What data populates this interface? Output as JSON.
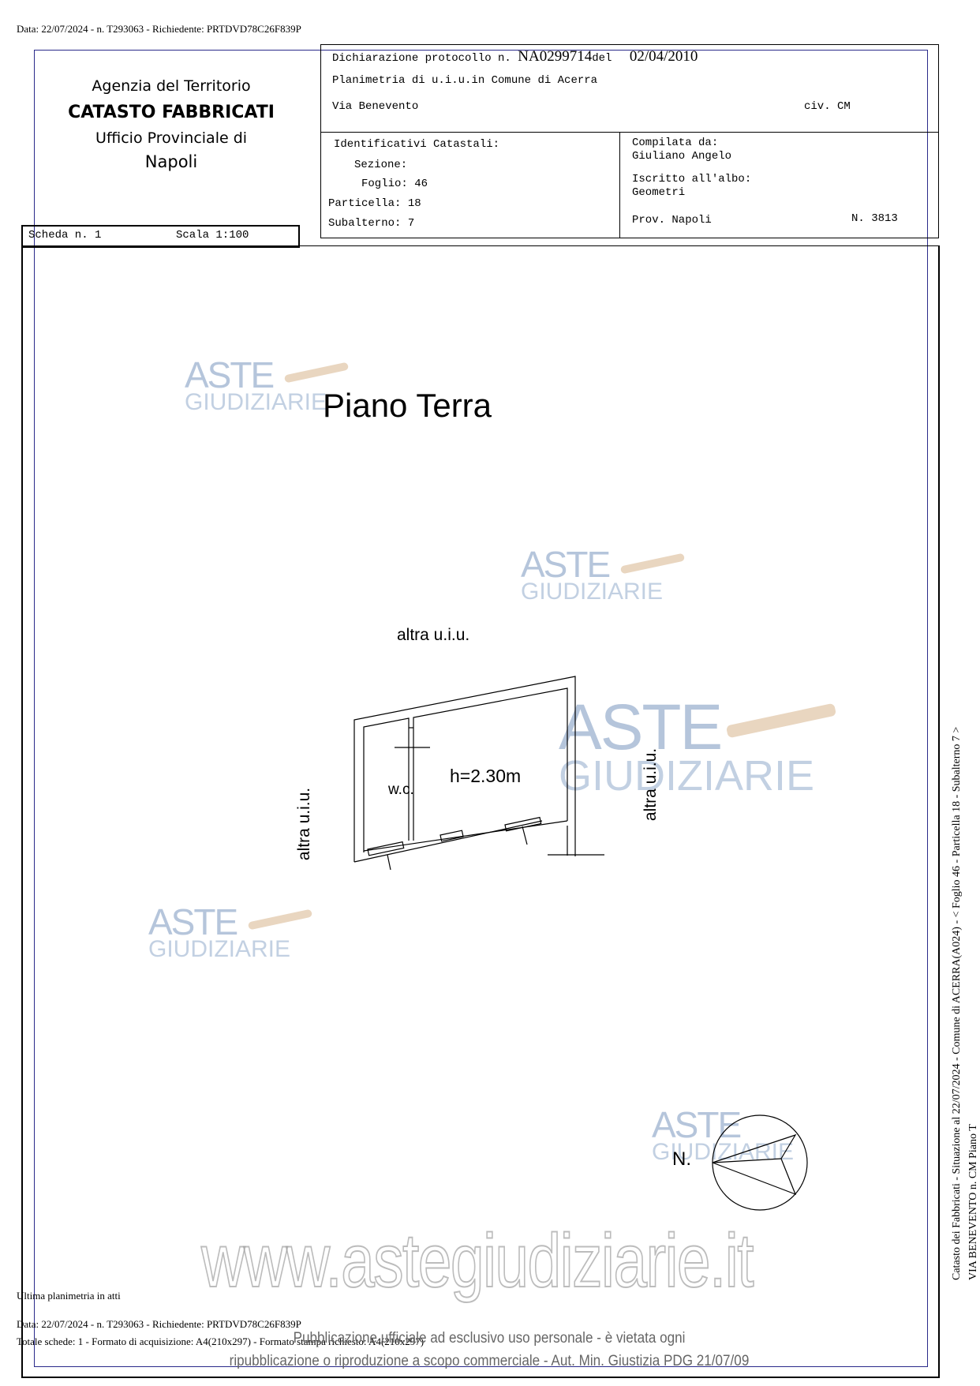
{
  "top_info": "Data: 22/07/2024 - n. T293063 - Richiedente: PRTDVD78C26F839P",
  "header_left": {
    "agency": "Agenzia del Territorio",
    "title": "CATASTO FABBRICATI",
    "office": "Ufficio Provinciale di",
    "city": "Napoli"
  },
  "header_right": {
    "dichiarazione_label": "Dichiarazione protocollo n.",
    "protocol_number": "NA0299714",
    "del_label": "del",
    "date": "02/04/2010",
    "planimetria": "Planimetria di u.i.u.in Comune di Acerra",
    "address": "Via Benevento",
    "civ": "civ. CM",
    "identificativi_label": "Identificativi Catastali:",
    "sezione": "Sezione:",
    "foglio": "Foglio: 46",
    "particella": "Particella: 18",
    "subalterno": "Subalterno: 7",
    "compilata_label": "Compilata da:",
    "compilata_name": "Giuliano Angelo",
    "iscritto_label": "Iscritto all'albo:",
    "iscritto_value": "Geometri",
    "prov": "Prov. Napoli",
    "number": "N.  3813"
  },
  "scheda": {
    "scheda": "Scheda n. 1",
    "scala": "Scala 1:100"
  },
  "plan": {
    "floor_title": "Piano Terra",
    "label_top": "altra u.i.u.",
    "label_left": "altra u.i.u.",
    "label_right": "altra u.i.u.",
    "room_wc": "w.c.",
    "height": "h=2.30m",
    "north": "N."
  },
  "side_text": {
    "line1": "Catasto dei Fabbricati - Situazione al 22/07/2024 - Comune di ACERRA(A024) - < Foglio 46 - Particella 18 - Subalterno 7 >",
    "line2": "VIA BENEVENTO n. CM Piano T"
  },
  "footer": {
    "ultima": "Ultima planimetria in atti",
    "data": "Data: 22/07/2024 - n. T293063 - Richiedente: PRTDVD78C26F839P",
    "totale": "Totale schede: 1 - Formato di acquisizione: A4(210x297) - Formato stampa richiesto: A4(210x297)",
    "disclaimer1": "Pubblicazione ufficiale ad esclusivo uso personale - è vietata ogni",
    "disclaimer2": "ripubblicazione o riproduzione a scopo commerciale - Aut. Min. Giustizia PDG 21/07/09"
  },
  "watermark": {
    "aste": "ASTE",
    "giudiziarie": "GIUDIZIARIE",
    "url": "www.astegiudiziarie.it"
  },
  "colors": {
    "frame_blue": "#2a2a8a",
    "watermark_blue": "#7896be",
    "watermark_gavel": "#d7b48c"
  }
}
